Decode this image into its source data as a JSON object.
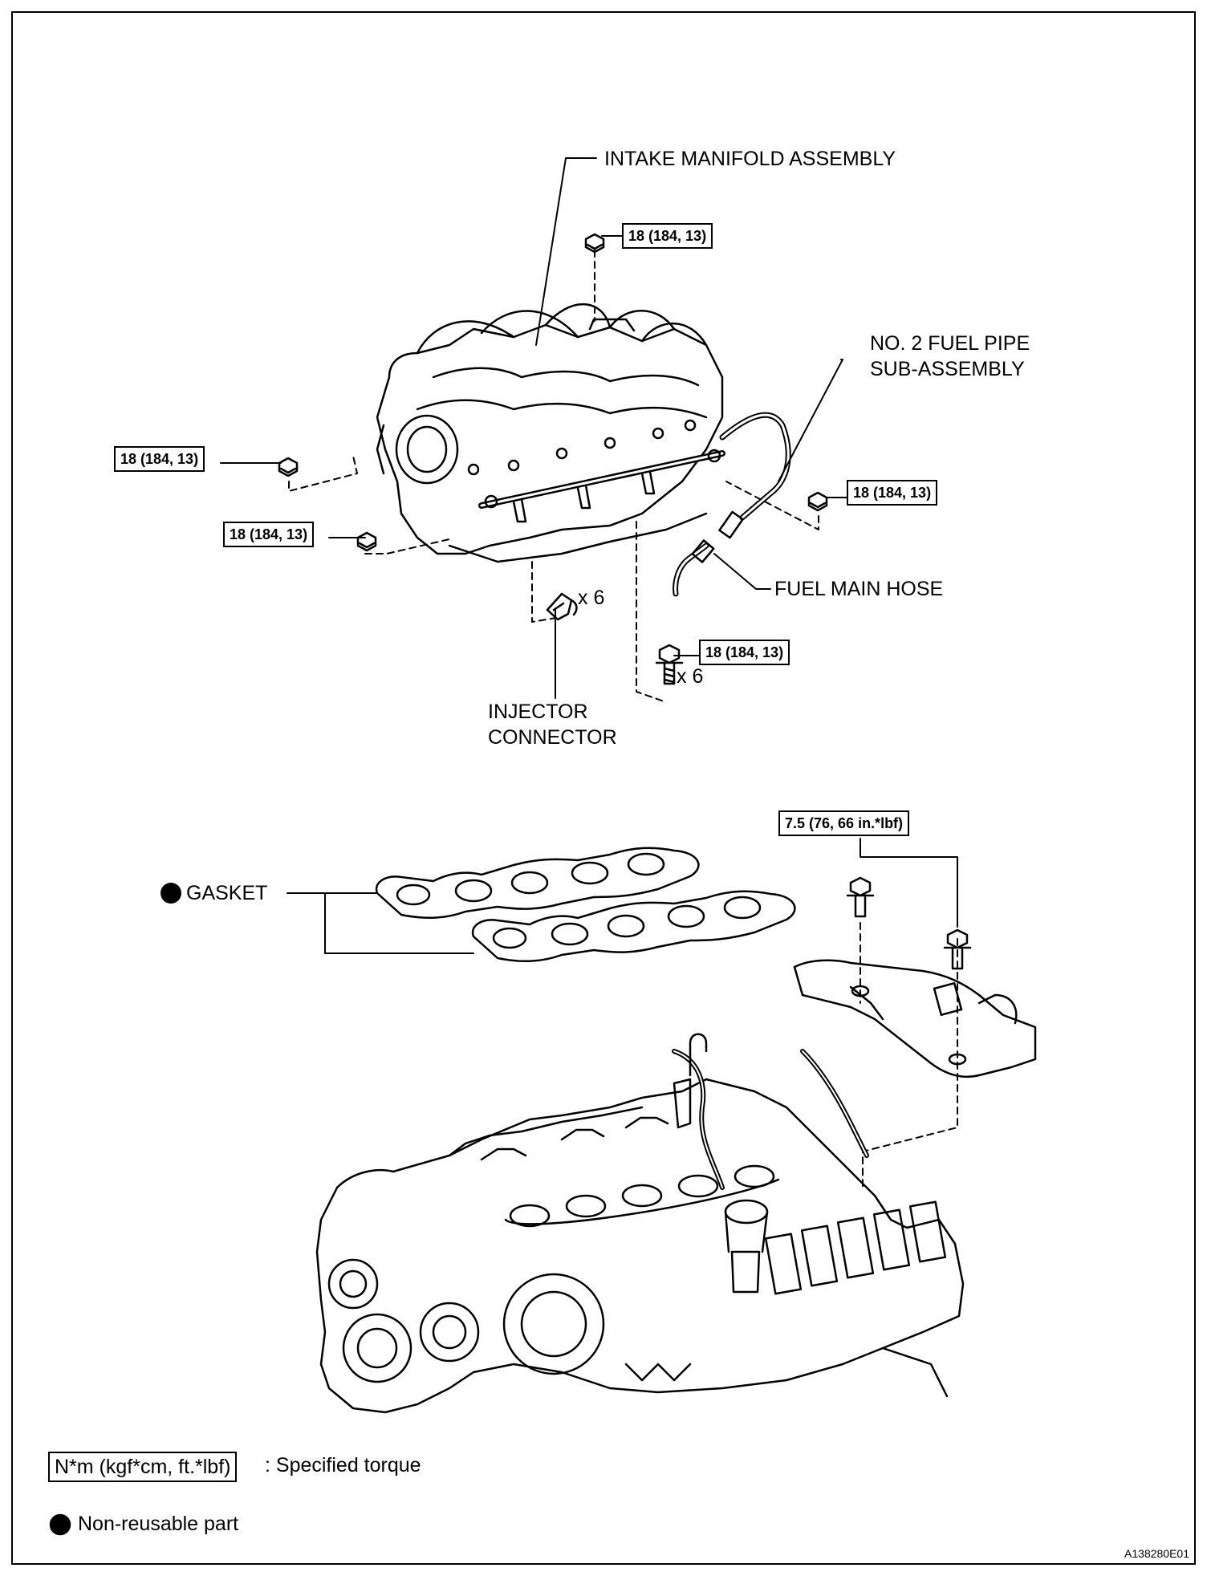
{
  "labels": {
    "intake_manifold": "INTAKE MANIFOLD ASSEMBLY",
    "fuel_pipe_line1": "NO. 2 FUEL PIPE",
    "fuel_pipe_line2": "SUB-ASSEMBLY",
    "fuel_main_hose": "FUEL MAIN HOSE",
    "injector_line1": "INJECTOR",
    "injector_line2": "CONNECTOR",
    "gasket": "GASKET",
    "qty_injector": "x 6",
    "qty_bolts": "x 6"
  },
  "torque": {
    "top": "18 (184, 13)",
    "left_upper": "18 (184, 13)",
    "left_lower": "18 (184, 13)",
    "right": "18 (184, 13)",
    "bottom_bolts": "18 (184, 13)",
    "bracket": "7.5 (76, 66 in.*lbf)"
  },
  "legend": {
    "torque_box": "N*m (kgf*cm, ft.*lbf)",
    "torque_desc": ": Specified torque",
    "non_reusable": "Non-reusable part"
  },
  "figure_code": "A138280E01",
  "colors": {
    "ink": "#000000",
    "paper": "#ffffff"
  }
}
